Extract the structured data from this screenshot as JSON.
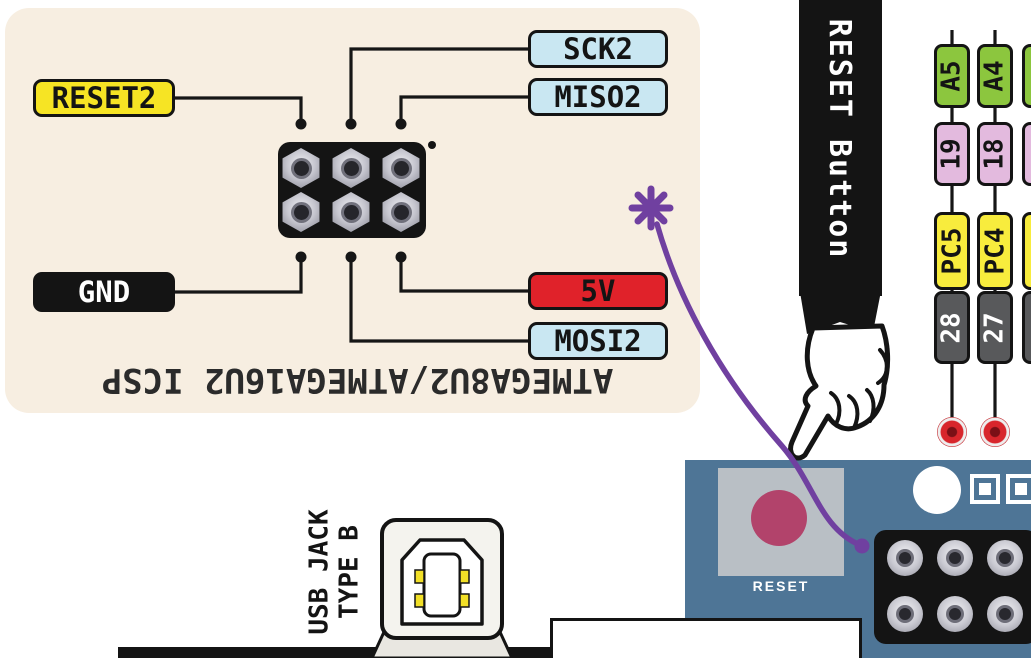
{
  "icsp_panel": {
    "title": "ATMEGA8U2/ATMEGA16U2 ICSP",
    "pin_labels": {
      "reset2": "RESET2",
      "sck2": "SCK2",
      "miso2": "MISO2",
      "gnd": "GND",
      "five_v": "5V",
      "mosi2": "MOSI2"
    }
  },
  "reset_ribbon": {
    "label": "RESET Button"
  },
  "usb_jack": {
    "line1": "USB JACK",
    "line2": "TYPE B"
  },
  "board": {
    "reset_button_label": "RESET"
  },
  "right_pins": {
    "columns": [
      {
        "analog": "A5",
        "digital": "19",
        "port": "PC5",
        "physical": "28"
      },
      {
        "analog": "A4",
        "digital": "18",
        "port": "PC4",
        "physical": "27"
      }
    ]
  },
  "colors": {
    "panel_bg": "#f7eee1",
    "label_yellow": "#f6e424",
    "label_blue": "#c9e7f2",
    "label_red": "#e0222a",
    "label_black": "#141414",
    "analog_green": "#8cc63e",
    "digital_pink": "#e3bade",
    "port_yellow": "#f8ec3d",
    "physical_gray": "#58595b",
    "board_blue": "#4e7596",
    "reset_cap_pink": "#b2436b",
    "annotation_purple": "#7040a0",
    "pin_red": "#d4212a",
    "wire": "#161616"
  }
}
